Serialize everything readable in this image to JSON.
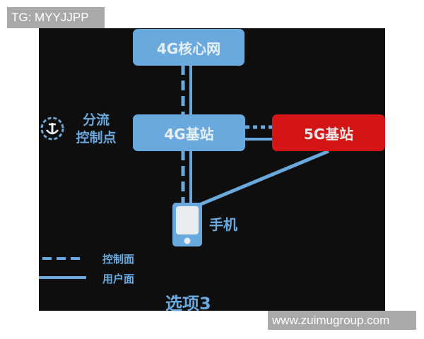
{
  "watermark_top": "TG: MYYJJPP",
  "watermark_bottom": "www.zuimugroup.com",
  "diagram": {
    "colors": {
      "background": "#0e0e0e",
      "node_blue": "#6aa9de",
      "node_red": "#d51515",
      "text_light": "#e6eef6"
    },
    "nodes": {
      "core": "4G核心网",
      "bs4g": "4G基站",
      "bs5g": "5G基站",
      "phone": "手机"
    },
    "split_point": {
      "line1": "分流",
      "line2": "控制点",
      "icon": "anchor-icon"
    },
    "legend": {
      "control_plane": "控制面",
      "user_plane": "用户面"
    },
    "caption": "选项3"
  }
}
